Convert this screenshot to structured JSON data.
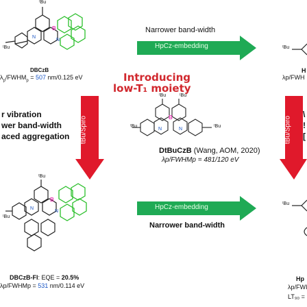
{
  "substituents": {
    "tbu": "ᵗBu"
  },
  "top_left": {
    "name": "DBCzB",
    "metrics_prefix": "λ",
    "metrics_sub": "p",
    "metrics_mid": "/FWHM",
    "metrics_sub2": "p",
    "metrics_eq": " = ",
    "metrics_peak": "507",
    "metrics_rest": " nm/0.125 eV"
  },
  "top_arrow": {
    "caption": "Narrower band-width",
    "label": "HpCz-embedding"
  },
  "top_right_partial": {
    "name_fragment": "H",
    "metrics_fragment": "λp/FWH"
  },
  "center": {
    "title_line1": "Introducing",
    "title_line2": "low-T₁ moiety",
    "compound_name": "DtBuCzB",
    "citation": " (Wang, AOM, 2020)",
    "metrics": "λp/FWHMp = 481/120 eV"
  },
  "left_effects": {
    "lines": [
      "r vibration",
      "wer band-width",
      "aced aggregation"
    ]
  },
  "right_effects_fragments": [
    "\\",
    "!",
    "["
  ],
  "vertical_arrows": {
    "left_label": "tBu/Spiro",
    "right_label": "tBu/Spiro"
  },
  "bottom_left": {
    "name": "DBCzB-FI",
    "eqe_label": ": EQE = ",
    "eqe_value": "20.5%",
    "metrics_prefix": "λp/FWHMp = ",
    "metrics_peak": "531",
    "metrics_rest": " nm/0.114 eV"
  },
  "bottom_arrow": {
    "label": "HpCz-embedding",
    "caption": "Narrower band-width"
  },
  "bottom_right_partial": {
    "name_fragment": "Hp",
    "metrics_fragment": "λp/FWI",
    "lt_fragment": "LT₉₀ ="
  },
  "colors": {
    "green_arrow": "#1faa55",
    "red_arrow": "#e0192b",
    "title_red": "#d1282e",
    "molecule_green": "#2bbf2b",
    "boron_pink": "#e83bb6",
    "nitrogen_blue": "#1a56c4"
  }
}
